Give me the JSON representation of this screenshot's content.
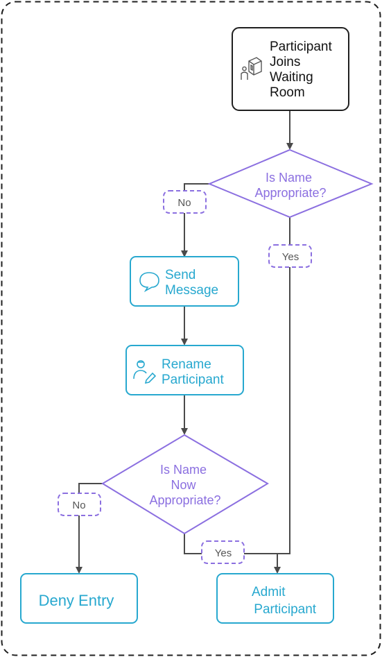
{
  "colors": {
    "frame": "#1f1f1f",
    "line": "#4a4a4a",
    "decision": "#8b6fe0",
    "action": "#27a8cf",
    "label_border": "#8b6fe0",
    "label_text": "#555555",
    "start_text": "#111111"
  },
  "nodes": {
    "start": {
      "lines": [
        "Participant",
        "Joins",
        "Waiting",
        "Room"
      ],
      "icon": "waiting-room-icon"
    },
    "decision1": {
      "lines": [
        "Is Name",
        "Appropriate?"
      ]
    },
    "send_message": {
      "lines": [
        "Send",
        "Message"
      ],
      "icon": "chat-bubble-icon"
    },
    "rename": {
      "lines": [
        "Rename",
        "Participant"
      ],
      "icon": "user-edit-icon"
    },
    "decision2": {
      "lines": [
        "Is Name",
        "Now",
        "Appropriate?"
      ]
    },
    "deny": {
      "lines": [
        "Deny Entry"
      ]
    },
    "admit": {
      "lines": [
        "Admit",
        " Participant"
      ]
    }
  },
  "edge_labels": {
    "d1_no": "No",
    "d1_yes": "Yes",
    "d2_no": "No",
    "d2_yes": "Yes"
  }
}
